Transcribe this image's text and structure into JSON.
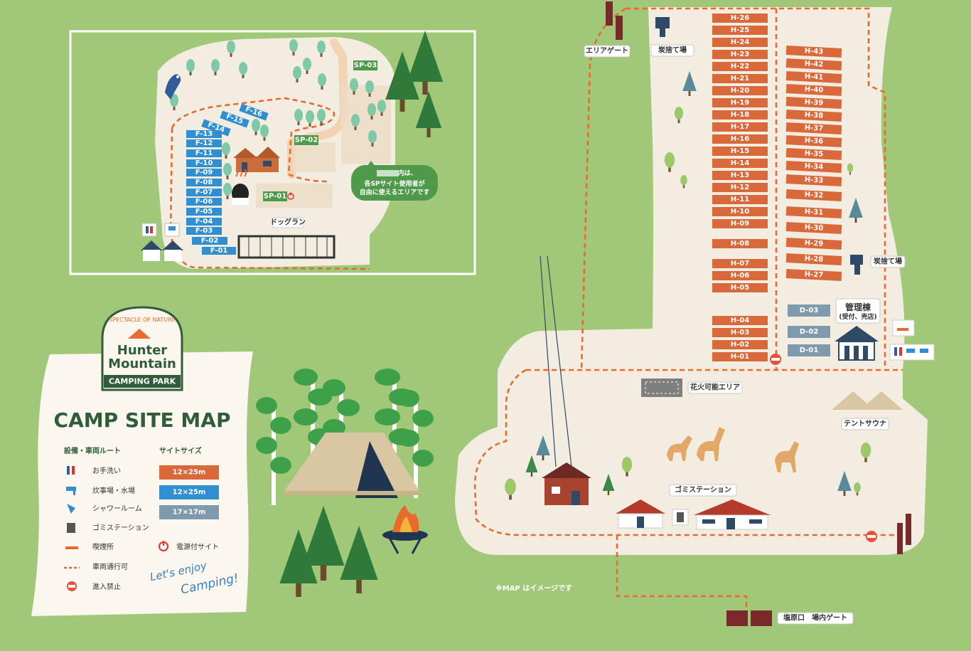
{
  "logo": {
    "arc_text": "SPECTACLE OF NATURE",
    "name_line1": "Hunter",
    "name_line2": "Mountain",
    "sub": "CAMPING PARK"
  },
  "legend": {
    "title": "CAMP SITE MAP",
    "facilities_heading": "設備・車両ルート",
    "sizes_heading": "サイトサイズ",
    "items": [
      "お手洗い",
      "炊事場・水場",
      "シャワールーム",
      "ゴミステーション",
      "喫煙所",
      "車両通行可",
      "進入禁止"
    ],
    "sizes": [
      "12×25m",
      "12×25m",
      "17×17m"
    ],
    "power_site": "電源付サイト",
    "enjoy_line1": "Let's enjoy",
    "enjoy_line2": "Camping!"
  },
  "inset": {
    "f_sites": [
      "F-16",
      "F-15",
      "F-14",
      "F-13",
      "F-12",
      "F-11",
      "F-10",
      "F-09",
      "F-08",
      "F-07",
      "F-06",
      "F-05",
      "F-04",
      "F-03",
      "F-02",
      "F-01"
    ],
    "sp_sites": [
      "SP-03",
      "SP-02",
      "SP-01"
    ],
    "dog_run": "ドッグラン",
    "note_line1": "内は、",
    "note_line2": "各SPサイト使用者が",
    "note_line3": "自由に使えるエリアです"
  },
  "main": {
    "h_left": [
      "H-26",
      "H-25",
      "H-24",
      "H-23",
      "H-22",
      "H-21",
      "H-20",
      "H-19",
      "H-18",
      "H-17",
      "H-16",
      "H-15",
      "H-14",
      "H-13",
      "H-12",
      "H-11",
      "H-10",
      "H-09",
      "H-08",
      "H-07",
      "H-06",
      "H-05",
      "H-04",
      "H-03",
      "H-02",
      "H-01"
    ],
    "h_right": [
      "H-43",
      "H-42",
      "H-41",
      "H-40",
      "H-39",
      "H-38",
      "H-37",
      "H-36",
      "H-35",
      "H-34",
      "H-33",
      "H-32",
      "H-31",
      "H-30",
      "H-29",
      "H-28",
      "H-27"
    ],
    "d_sites": [
      "D-03",
      "D-02",
      "D-01"
    ],
    "area_gate": "エリアゲート",
    "charcoal_1": "炭捨て場",
    "charcoal_2": "炭捨て場",
    "office": "管理棟",
    "office_sub": "(受付、売店)",
    "fireworks": "花火可能エリア",
    "tent_sauna": "テントサウナ",
    "garbage": "ゴミステーション",
    "entrance_gate": "塩原口　場内ゲート",
    "note": "※MAP はイメージです"
  },
  "colors": {
    "background": "#a0c878",
    "orange_site": "#d9693a",
    "blue_site": "#2f8fd1",
    "gray_site": "#7f9aad",
    "route": "#e86a2e",
    "ground": "#f2ece1"
  }
}
